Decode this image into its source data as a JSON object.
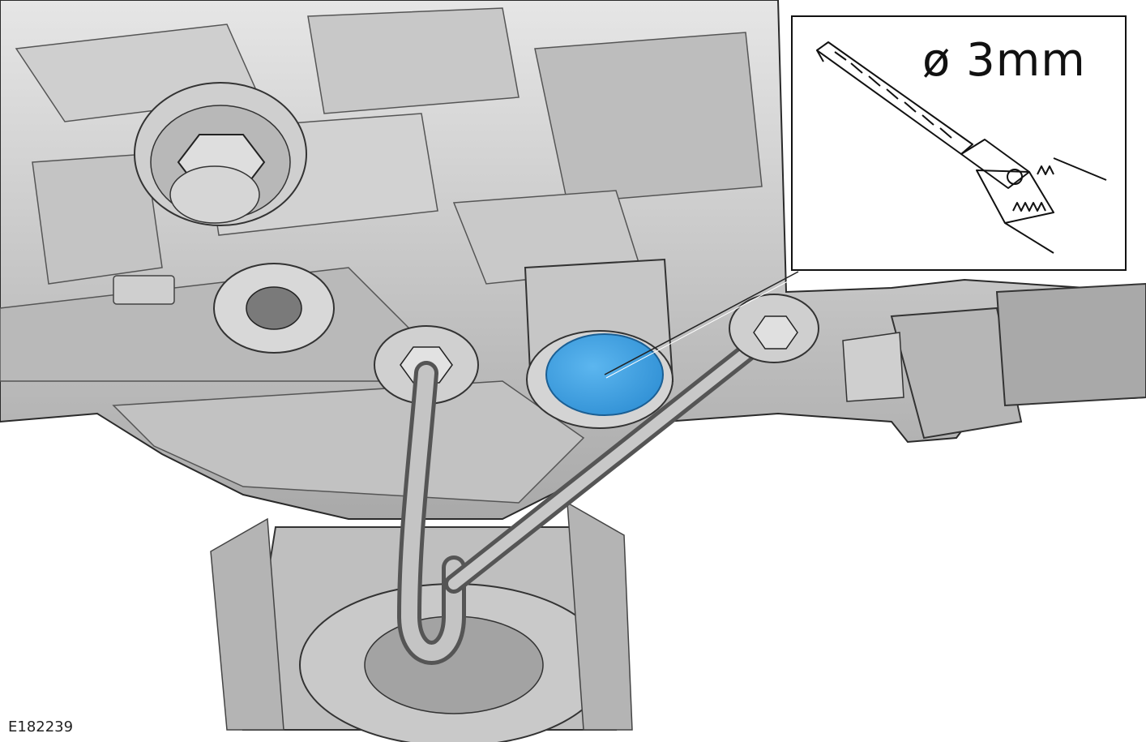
{
  "inset": {
    "label": "ø 3mm",
    "tool_icon": "drill-bit-in-chuck-icon"
  },
  "figure": {
    "id": "E182239"
  },
  "colors": {
    "highlight": "#3f9ee0",
    "casting_light": "#d9d9d9",
    "casting_mid": "#b3b3b3",
    "casting_dark": "#6e6e6e",
    "outline": "#2a2a2a"
  },
  "parts": {
    "highlighted_plug": "highlighted-blue-plug"
  }
}
